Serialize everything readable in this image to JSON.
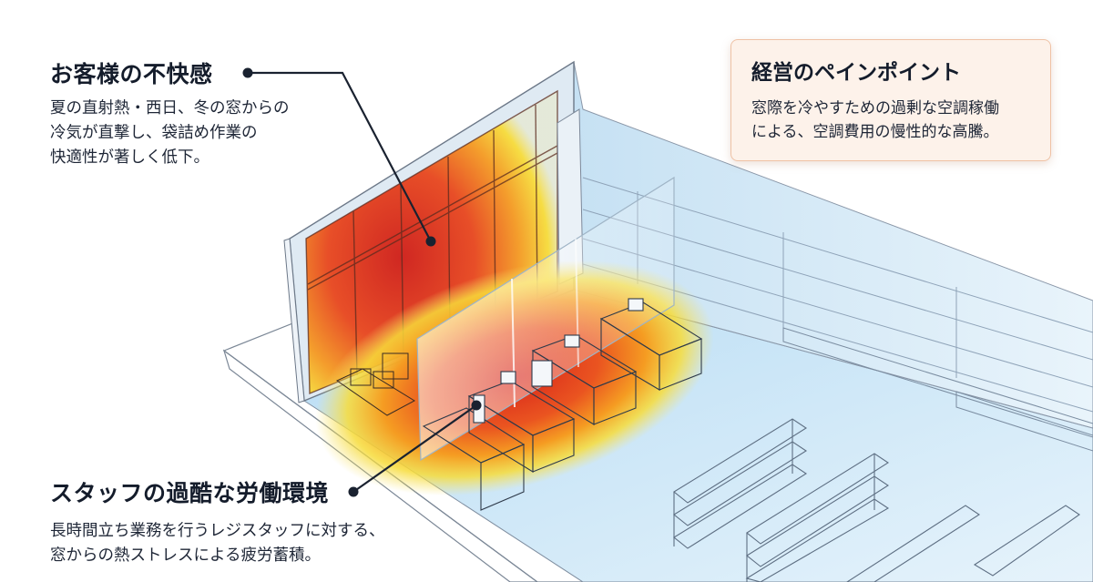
{
  "callouts": {
    "customer": {
      "title": "お客様の不快感",
      "body": "夏の直射熱・西日、冬の窓からの\n冷気が直撃し、袋詰め作業の\n快適性が著しく低下。"
    },
    "staff": {
      "title": "スタッフの過酷な労働環境",
      "body": "長時間立ち業務を行うレジスタッフに対する、\n窓からの熱ストレスによる疲労蓄積。"
    },
    "pain_point": {
      "title": "経営のペインポイント",
      "body": "窓際を冷やすための過剰な空調稼働\nによる、空調費用の慢性的な高騰。"
    }
  },
  "colors": {
    "hot": "#d8261c",
    "warm": "#f28a1e",
    "mild": "#f7dc3a",
    "cool": "#8fcaf0",
    "leader": "#1a2230",
    "pain_box_bg": "#fdf2ea",
    "pain_box_border": "#efc2a5"
  },
  "icons": {
    "customer_marker": "dot-marker-icon",
    "staff_marker": "dot-marker-icon"
  }
}
